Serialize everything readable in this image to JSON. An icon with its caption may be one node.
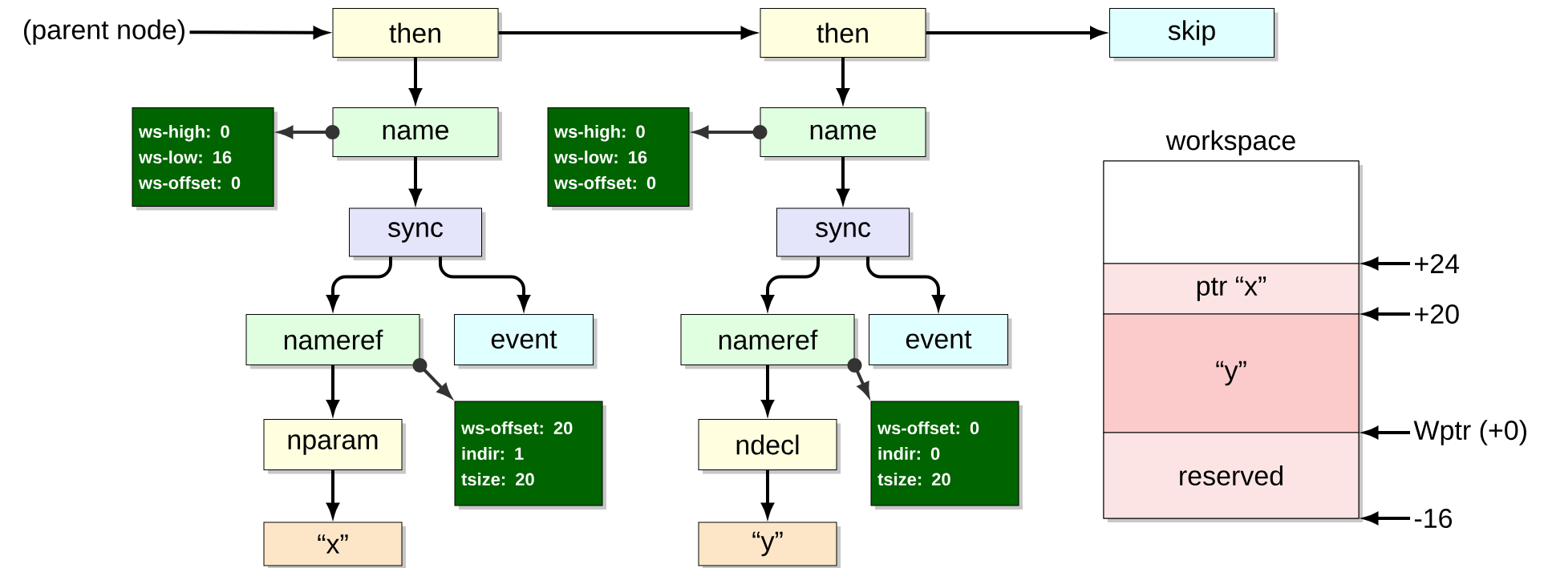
{
  "diagram": {
    "nodes": [
      {
        "text": [
          "(parent node)"
        ]
      },
      {
        "text": [
          "then"
        ]
      },
      {
        "text": [
          "then"
        ]
      },
      {
        "text": [
          "skip"
        ]
      },
      {
        "text": [
          "ws-high: 0",
          "ws-low: 16",
          "ws-offset: 0"
        ]
      },
      {
        "text": [
          "name"
        ]
      },
      {
        "text": [
          "ws-high: 0",
          "ws-low: 16",
          "ws-offset: 0"
        ]
      },
      {
        "text": [
          "name"
        ]
      },
      {
        "text": [
          "sync"
        ]
      },
      {
        "text": [
          "sync"
        ]
      },
      {
        "text": [
          "nameref"
        ]
      },
      {
        "text": [
          "event"
        ]
      },
      {
        "text": [
          "nameref"
        ]
      },
      {
        "text": [
          "event"
        ]
      },
      {
        "text": [
          "nparam"
        ]
      },
      {
        "text": [
          "ws-offset: 20",
          "indir: 1",
          "tsize: 20"
        ]
      },
      {
        "text": [
          "ndecl"
        ]
      },
      {
        "text": [
          "ws-offset: 0",
          "indir: 0",
          "tsize: 20"
        ]
      },
      {
        "text": [
          "“x”"
        ]
      },
      {
        "text": [
          "“y”"
        ]
      },
      {
        "text": [
          "workspace"
        ]
      },
      {
        "text": [],
        "shape": "box",
        "in": 20
      },
      {
        "text": [
          "ptr “x”"
        ],
        "in": 20
      },
      {
        "text": [
          "“y”"
        ],
        "in": 20
      },
      {
        "text": [
          "reserved"
        ],
        "in": 20
      },
      {
        "text": [
          "+24"
        ]
      },
      {
        "text": [
          "+20"
        ]
      },
      {
        "text": [
          "Wptr (+0)"
        ]
      },
      {
        "text": [
          "-16"
        ]
      }
    ],
    "edges": [
      {
        "from": 0,
        "to": 1,
        "arrow": "to"
      },
      {
        "from": 1,
        "to": 2,
        "arrow": "to"
      },
      {
        "from": 2,
        "to": 3,
        "arrow": "to"
      },
      {
        "from": 1,
        "to": 5,
        "arrow": "to"
      },
      {
        "from": 5,
        "to": 4,
        "arrow": "to",
        "color": "#333333"
      },
      {
        "from": 5,
        "to": 8,
        "arrow": "to"
      },
      {
        "from": 2,
        "to": 7,
        "arrow": "to"
      },
      {
        "from": 7,
        "to": 6,
        "arrow": "to",
        "color": "#333333"
      },
      {
        "from": 7,
        "to": 9,
        "arrow": "to"
      },
      {
        "from": 8,
        "to": 10,
        "arrow": "to"
      },
      {
        "from": 8,
        "to": 11,
        "arrow": "to"
      },
      {
        "from": 9,
        "to": 12,
        "arrow": "to"
      },
      {
        "from": 9,
        "to": 13,
        "arrow": "to"
      },
      {
        "from": 10,
        "to": 14,
        "arrow": "to"
      },
      {
        "from": 10,
        "to": 15,
        "arrow": "to",
        "color": "#333333"
      },
      {
        "from": 12,
        "to": 16,
        "arrow": "to"
      },
      {
        "from": 12,
        "to": 17,
        "arrow": "to",
        "color": "#333333"
      },
      {
        "from": 14,
        "to": 18,
        "arrow": "to"
      },
      {
        "from": 16,
        "to": 19,
        "arrow": "to"
      },
      {
        "from": 25,
        "to": 20,
        "arrow": "to"
      },
      {
        "from": 26,
        "to": 20,
        "arrow": "to"
      },
      {
        "from": 27,
        "to": 20,
        "arrow": "to"
      },
      {
        "from": 28,
        "to": 20,
        "arrow": "to"
      }
    ]
  }
}
